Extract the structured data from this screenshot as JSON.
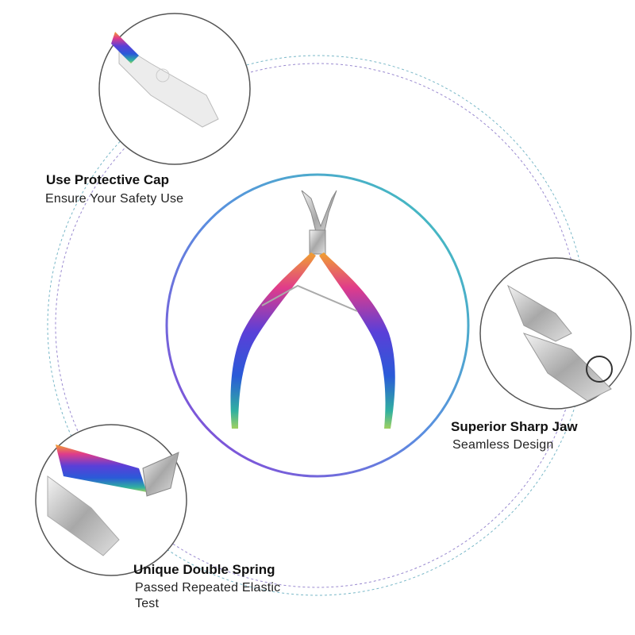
{
  "features": [
    {
      "title": "Use Protective Cap",
      "subtitle": "Ensure Your Safety Use"
    },
    {
      "title": "Superior Sharp Jaw",
      "subtitle": "Seamless Design"
    },
    {
      "title": "Unique Double Spring",
      "subtitle": "Passed Repeated Elastic",
      "subtitle2": "Test"
    }
  ],
  "colors": {
    "ring_start": "#3ec6b8",
    "ring_end": "#8a3fd6",
    "detail_ring": "#555555"
  }
}
